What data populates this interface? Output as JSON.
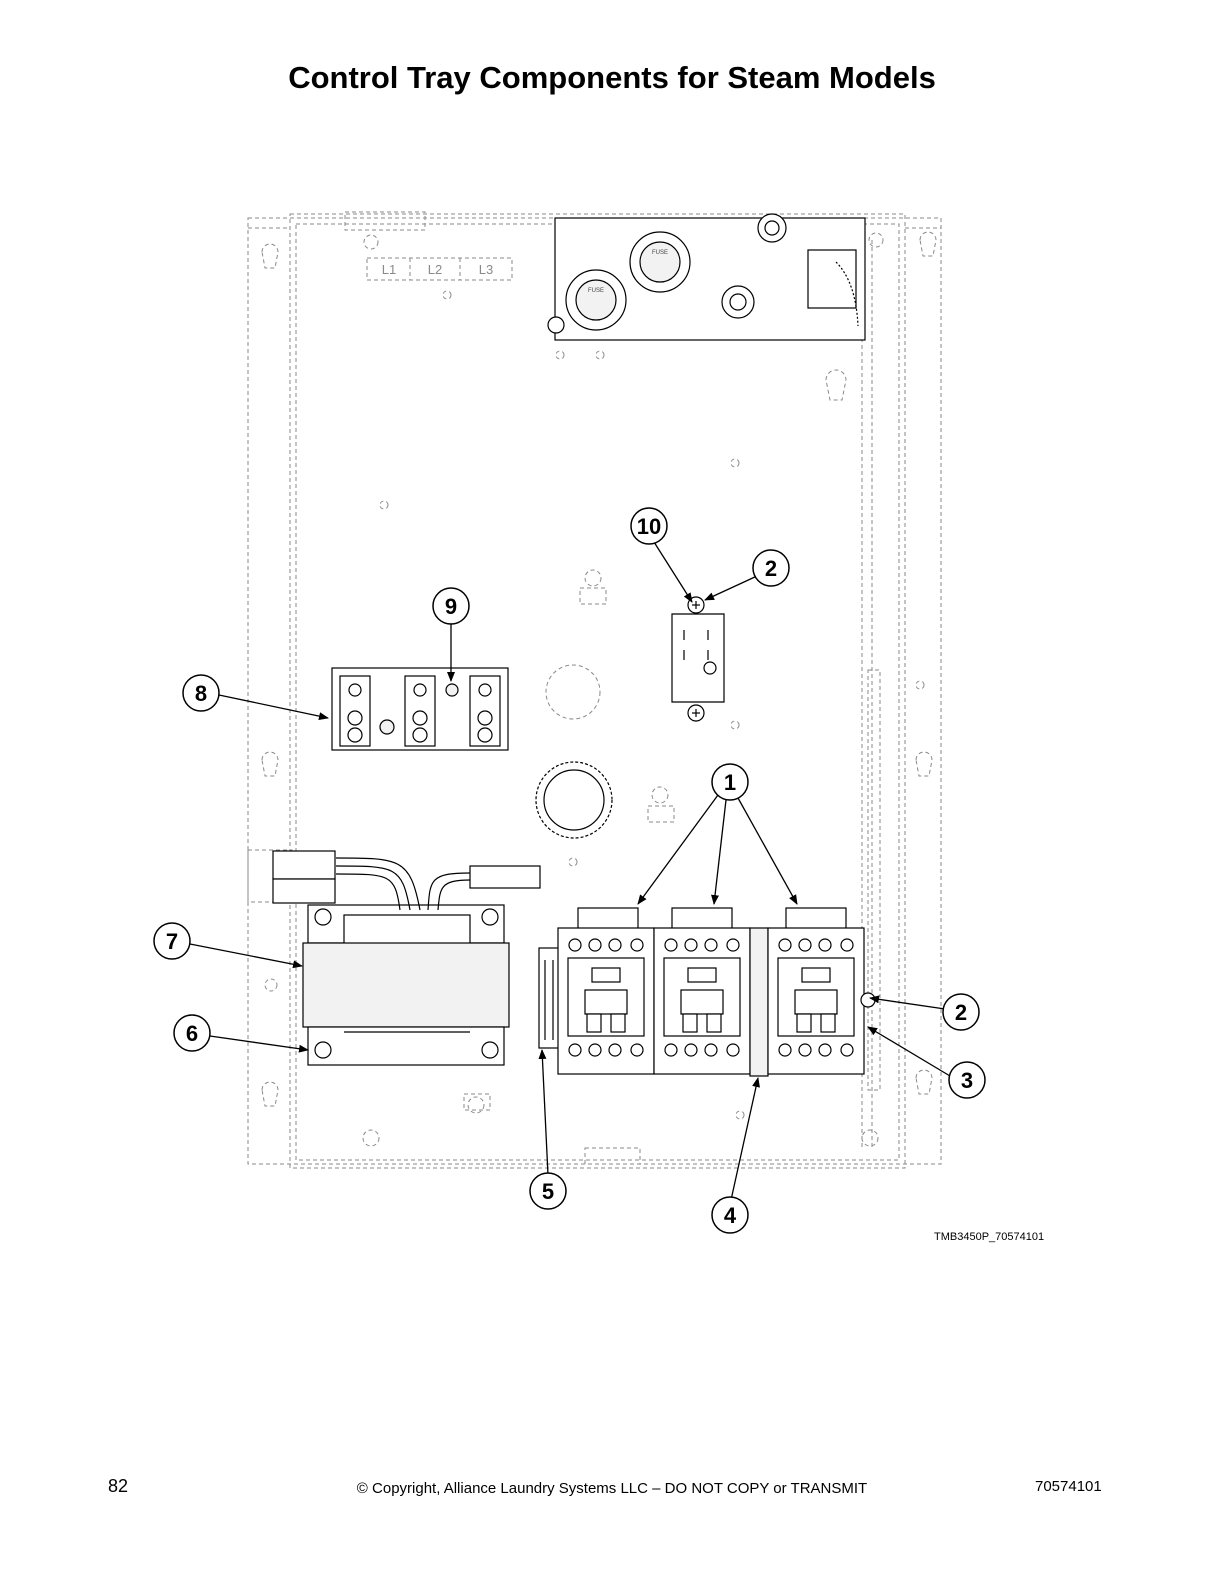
{
  "page": {
    "title": "Control Tray Components for Steam Models",
    "page_number": "82",
    "copyright": "© Copyright, Alliance Laundry Systems LLC – DO NOT COPY or TRANSMIT",
    "document_number": "70574101"
  },
  "figure": {
    "figure_id": "TMB3450P_70574101",
    "terminal_labels": [
      "L1",
      "L2",
      "L3"
    ],
    "fuse_label": "FUSE",
    "callouts": [
      "1",
      "2",
      "3",
      "4",
      "5",
      "6",
      "7",
      "8",
      "9",
      "10"
    ]
  },
  "colors": {
    "line": "#000000",
    "dashed": "#8a8a8a",
    "component_fill": "#f2f2f2"
  }
}
